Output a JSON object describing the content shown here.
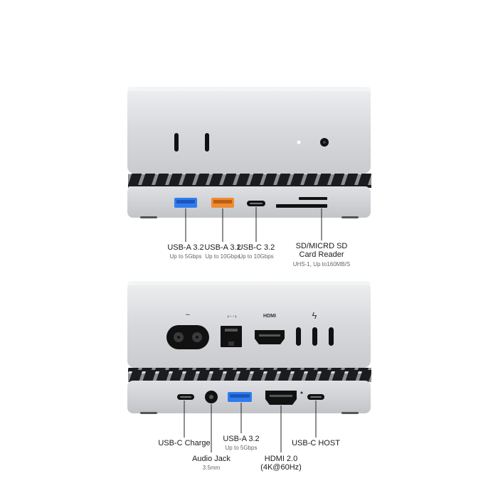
{
  "top_unit": {
    "ports": [
      {
        "label": "USB-A 3.2",
        "spec": "Up to 5Gbps",
        "color": "#2f7cf0"
      },
      {
        "label": "USB-A 3.2",
        "spec": "Up to 10Gbps",
        "color": "#f08a30"
      },
      {
        "label": "USB-C 3.2",
        "spec": "Up to 10Gbps"
      },
      {
        "label_line1": "SD/MICRD SD",
        "label_line2": "Card Reader",
        "spec": "UHS-1, Up to160MB/S"
      }
    ]
  },
  "bottom_unit": {
    "mac_icons": {
      "power": "~",
      "ethernet": "‹···›",
      "hdmi": "HDMI",
      "thunderbolt": "ϟ"
    },
    "ports": [
      {
        "label": "USB-C Charge"
      },
      {
        "label": "Audio Jack",
        "spec": "3.5mm"
      },
      {
        "label": "USB-A 3.2",
        "spec": "Up to 5Gbps",
        "color": "#2f7cf0"
      },
      {
        "label_line1": "HDMI 2.0",
        "label_line2": "(4K@60Hz)"
      },
      {
        "label": "USB-C HOST"
      }
    ]
  },
  "colors": {
    "silver_light": "#e4e5e7",
    "silver_dark": "#b9bbbf",
    "port_black": "#111111"
  }
}
